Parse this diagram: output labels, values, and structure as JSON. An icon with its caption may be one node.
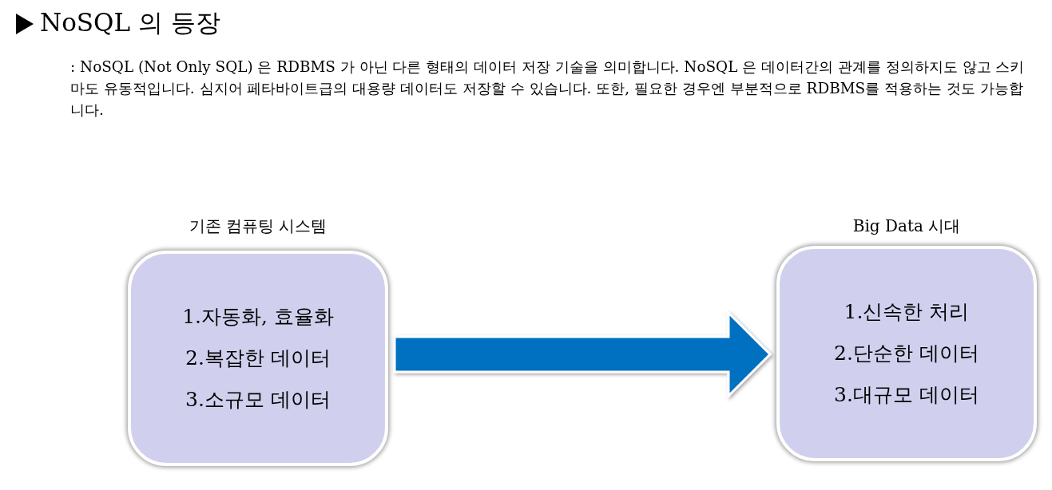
{
  "diagram": {
    "title": "NoSQL 의 등장",
    "nodes": [
      {
        "text": [
          "기존 컴퓨팅 시스템",
          "1.자동화, 효율화",
          "2.복잡한 데이터",
          "3.소규모 데이터"
        ]
      },
      {
        "text": [
          "Big Data 시대",
          "1.신속한 처리",
          "2.단순한 데이터",
          "3.대규모 데이터"
        ]
      }
    ],
    "edges": [
      {
        "from": 0,
        "to": 1,
        "arrow": "to"
      }
    ],
    "labels": [
      ": NoSQL (Not Only SQL) 은 RDBMS 가 아닌 다른 형태의 데이터 저장 기술을 의미합니다. NoSQL 은 데이터간의 관계를 정의하지도 않고 스키마도 유동적입니다. 심지어 페타바이트급의 대용량 데이터도 저장할 수 있습니다. 또한, 필요한 경우엔 부분적으로 RDBMS를 적용하는 것도 가능합니다."
    ]
  }
}
